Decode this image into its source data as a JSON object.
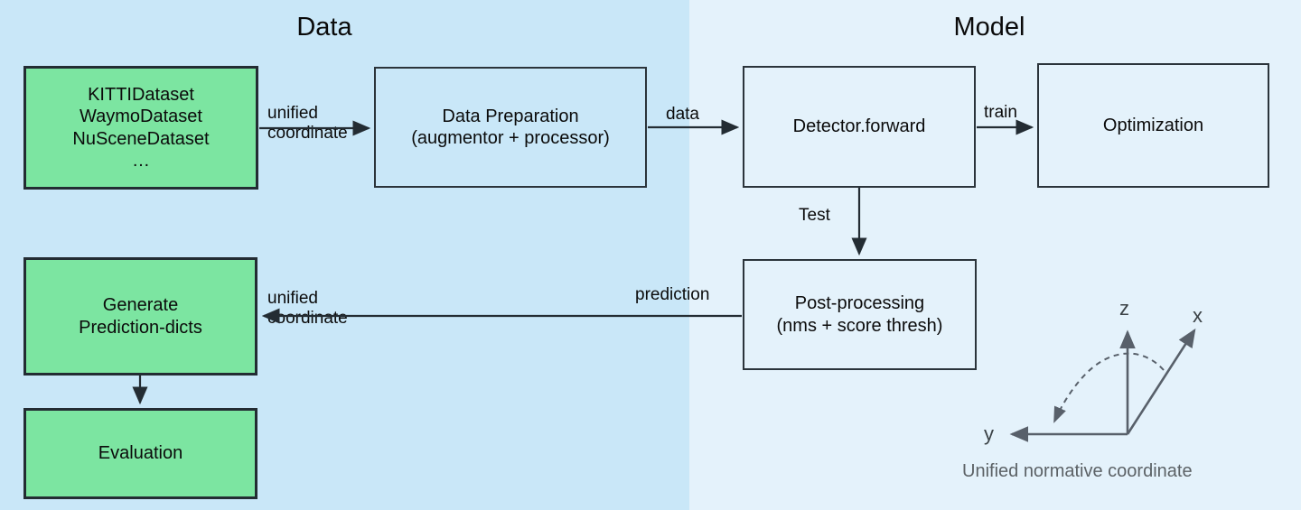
{
  "sections": [
    {
      "id": "data",
      "title": "Data",
      "bg_color": "#c9e7f8"
    },
    {
      "id": "model",
      "title": "Model",
      "bg_color": "#e4f2fb"
    }
  ],
  "nodes": {
    "datasets": "KITTIDataset\nWaymoDataset\nNuSceneDataset\n…",
    "data_preparation": "Data Preparation\n(augmentor + processor)",
    "detector_forward": "Detector.forward",
    "optimization": "Optimization",
    "post_processing": "Post-processing\n(nms + score thresh)",
    "generate_prediction_dicts": "Generate\nPrediction-dicts",
    "evaluation": "Evaluation"
  },
  "edges": {
    "datasets_to_prep": "unified\ncoordinate",
    "prep_to_detector": "data",
    "detector_to_optimization": "train",
    "detector_to_postproc": "Test",
    "postproc_to_generate_a": "prediction",
    "postproc_to_generate_b": "unified\ncoordinate"
  },
  "coordinate_frame": {
    "caption": "Unified normative coordinate",
    "axes": [
      {
        "name": "z",
        "label": "z"
      },
      {
        "name": "x",
        "label": "x"
      },
      {
        "name": "y",
        "label": "y"
      }
    ],
    "axis_color": "#58606a"
  },
  "colors": {
    "green_fill": "#7ce5a1",
    "data_band": "#c9e7f8",
    "model_band": "#e4f2fb",
    "stroke": "#232c33",
    "text": "#0b0b0b",
    "caption_gray": "#5c6266"
  }
}
